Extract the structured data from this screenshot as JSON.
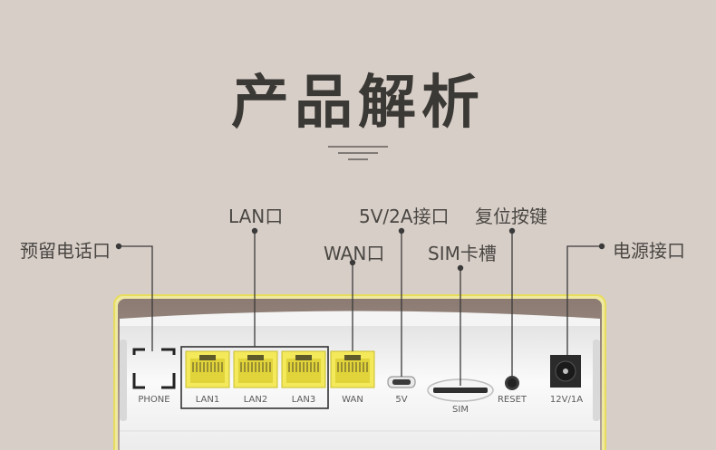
{
  "header": {
    "title": "产品解析"
  },
  "callouts": {
    "lan": "LAN口",
    "usb_power": "5V/2A接口",
    "reset_button": "复位按键",
    "phone": "预留电话口",
    "wan": "WAN口",
    "sim": "SIM卡槽",
    "power": "电源接口"
  },
  "ports": {
    "phone": "PHONE",
    "lan1": "LAN1",
    "lan2": "LAN2",
    "lan3": "LAN3",
    "wan": "WAN",
    "usb": "5V",
    "sim": "SIM",
    "reset": "RESET",
    "dc": "12V/1A"
  },
  "colors": {
    "background": "#d8cec8",
    "accent_yellow": "#f3e95a",
    "device_body": "#f1f1f1",
    "text": "#4a4743"
  }
}
